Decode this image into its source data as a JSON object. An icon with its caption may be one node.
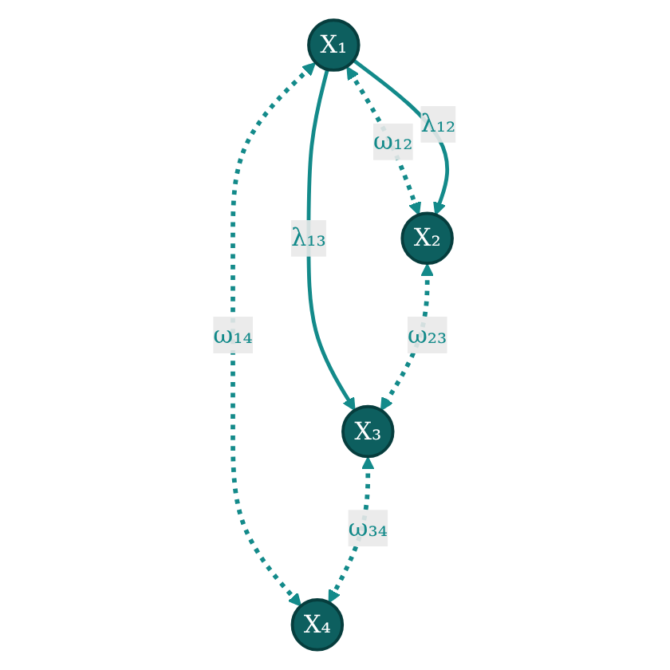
{
  "diagram": {
    "nodes": [
      {
        "text": [
          "X₁"
        ]
      },
      {
        "text": [
          "X₂"
        ]
      },
      {
        "text": [
          "X₃"
        ]
      },
      {
        "text": [
          "X₄"
        ]
      }
    ],
    "edges": [
      {
        "from": 0,
        "to": 1,
        "arrow": "both",
        "label": "ω₁₂",
        "style": "dashed"
      },
      {
        "from": 0,
        "to": 1,
        "arrow": "to",
        "label": "λ₁₂"
      },
      {
        "from": 0,
        "to": 2,
        "arrow": "to",
        "label": "λ₁₃"
      },
      {
        "from": 1,
        "to": 2,
        "arrow": "both",
        "label": "ω₂₃",
        "style": "dashed"
      },
      {
        "from": 0,
        "to": 3,
        "arrow": "both",
        "label": "ω₁₄",
        "style": "dashed"
      },
      {
        "from": 2,
        "to": 3,
        "arrow": "both",
        "label": "ω₃₄",
        "style": "dashed"
      }
    ]
  }
}
